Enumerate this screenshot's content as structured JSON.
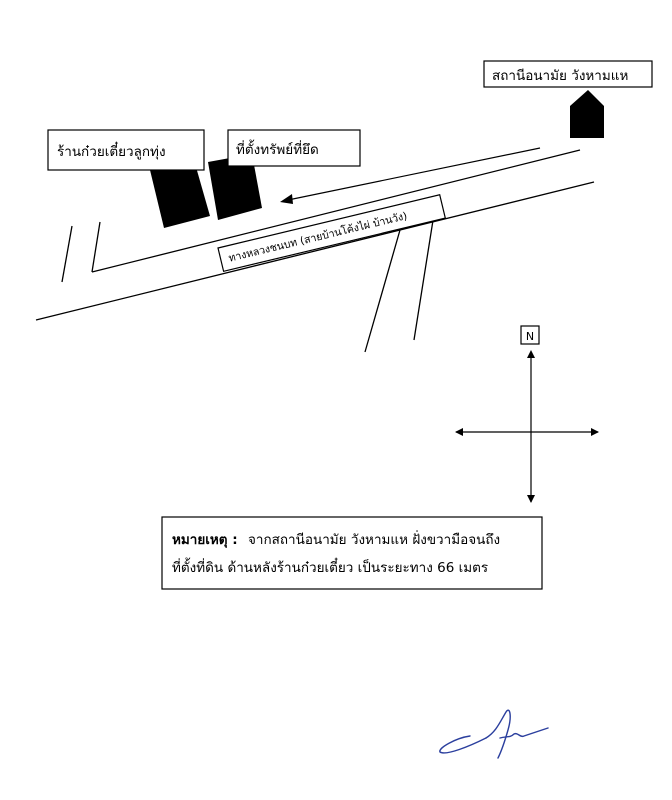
{
  "labels": {
    "health_station": "สถานีอนามัย วังหามแห",
    "noodle_shop": "ร้านก๋วยเตี๋ยวลูกทุ่ง",
    "seized_property": "ที่ตั้งทรัพย์ที่ยึด",
    "road": "ทางหลวงชนบท (สายบ้านโค้งไผ่ บ้านวัง)",
    "north": "N"
  },
  "note": {
    "heading": "หมายเหตุ :",
    "line1": "จากสถานีอนามัย วังหามแห ฝั่งขวามือจนถึง",
    "line2": "ที่ตั้งที่ดิน ด้านหลังร้านก๋วยเตี๋ยว เป็นระยะทาง 66 เมตร"
  },
  "colors": {
    "ink": "#000000",
    "signature": "#2b3f9e"
  }
}
